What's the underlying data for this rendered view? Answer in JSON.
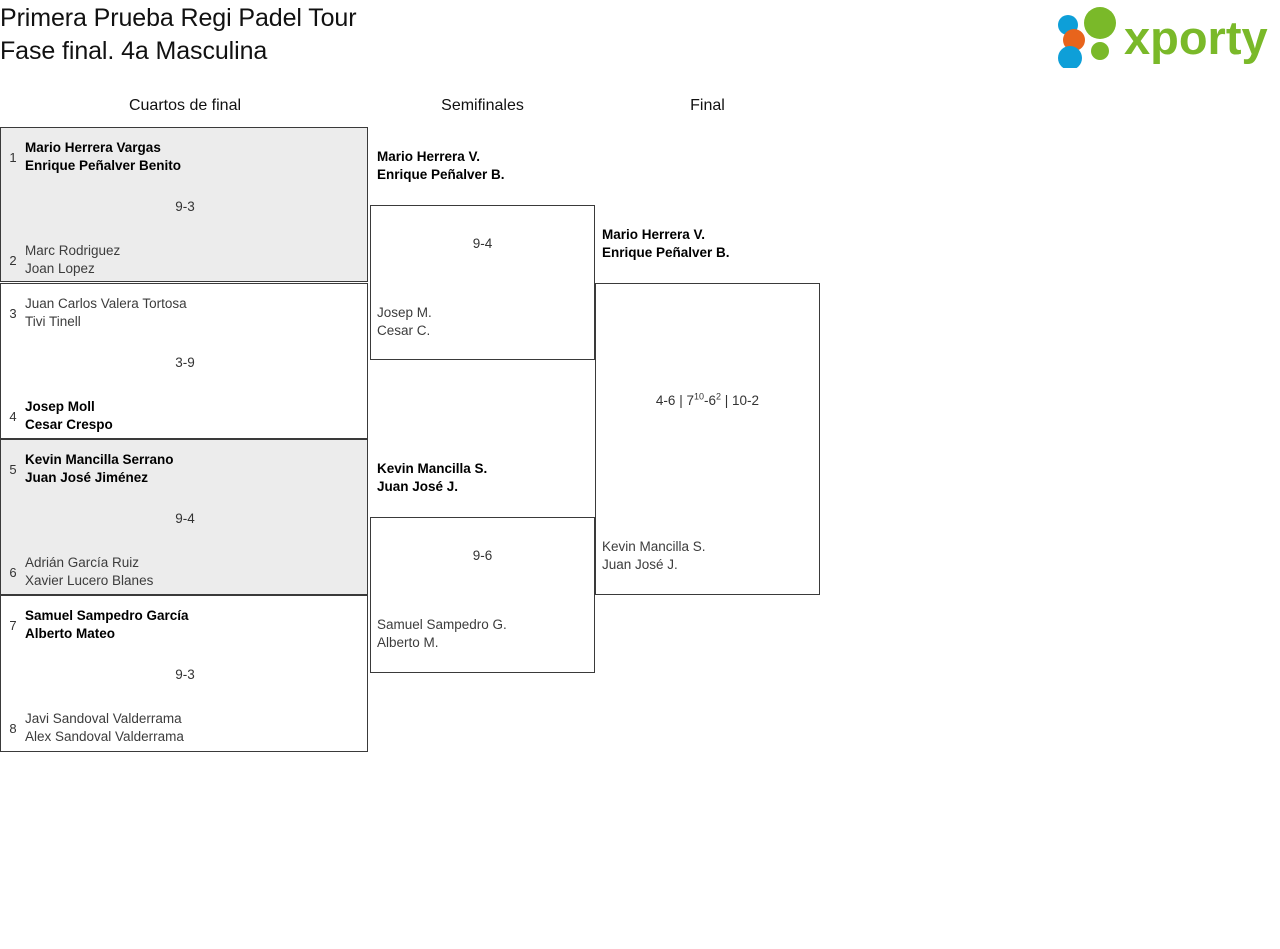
{
  "header": {
    "title_line1": "Primera Prueba Regi Padel Tour",
    "title_line2": "Fase final. 4a Masculina",
    "logo_text": "xporty",
    "logo_colors": {
      "green": "#7ab929",
      "blue": "#0e9fd8",
      "orange": "#e8641c"
    }
  },
  "rounds": [
    {
      "label": "Cuartos de final"
    },
    {
      "label": "Semifinales"
    },
    {
      "label": "Final"
    }
  ],
  "quarterfinals": [
    {
      "shaded": true,
      "score": "9-3",
      "top": {
        "seed": "1",
        "player1": "Mario Herrera Vargas",
        "player2": "Enrique Peñalver Benito",
        "winner": true
      },
      "bottom": {
        "seed": "2",
        "player1": "Marc Rodriguez",
        "player2": "Joan Lopez",
        "winner": false
      }
    },
    {
      "shaded": false,
      "score": "3-9",
      "top": {
        "seed": "3",
        "player1": "Juan Carlos Valera Tortosa",
        "player2": "Tivi Tinell",
        "winner": false
      },
      "bottom": {
        "seed": "4",
        "player1": "Josep Moll",
        "player2": "Cesar Crespo",
        "winner": true
      }
    },
    {
      "shaded": true,
      "score": "9-4",
      "top": {
        "seed": "5",
        "player1": "Kevin Mancilla Serrano",
        "player2": "Juan José Jiménez",
        "winner": true
      },
      "bottom": {
        "seed": "6",
        "player1": "Adrián García Ruiz",
        "player2": "Xavier Lucero Blanes",
        "winner": false
      }
    },
    {
      "shaded": false,
      "score": "9-3",
      "top": {
        "seed": "7",
        "player1": "Samuel Sampedro García",
        "player2": "Alberto Mateo",
        "winner": true
      },
      "bottom": {
        "seed": "8",
        "player1": "Javi Sandoval Valderrama",
        "player2": "Alex Sandoval Valderrama",
        "winner": false
      }
    }
  ],
  "semifinals": [
    {
      "score": "9-4",
      "top": {
        "player1": "Mario Herrera V.",
        "player2": "Enrique Peñalver B.",
        "winner": true
      },
      "bottom": {
        "player1": "Josep M.",
        "player2": "Cesar C.",
        "winner": false
      }
    },
    {
      "score": "9-6",
      "top": {
        "player1": "Kevin Mancilla S.",
        "player2": "Juan José J.",
        "winner": true
      },
      "bottom": {
        "player1": "Samuel Sampedro G.",
        "player2": "Alberto M.",
        "winner": false
      }
    }
  ],
  "final": {
    "score_set1": "4-6",
    "score_set2_a": "7",
    "score_set2_a_tb": "10",
    "score_set2_b": "-6",
    "score_set2_b_tb": "2",
    "score_set3": "10-2",
    "separator": " | ",
    "top": {
      "player1": "Mario Herrera V.",
      "player2": "Enrique Peñalver B.",
      "winner": true
    },
    "bottom": {
      "player1": "Kevin Mancilla S.",
      "player2": "Juan José J.",
      "winner": false
    }
  }
}
